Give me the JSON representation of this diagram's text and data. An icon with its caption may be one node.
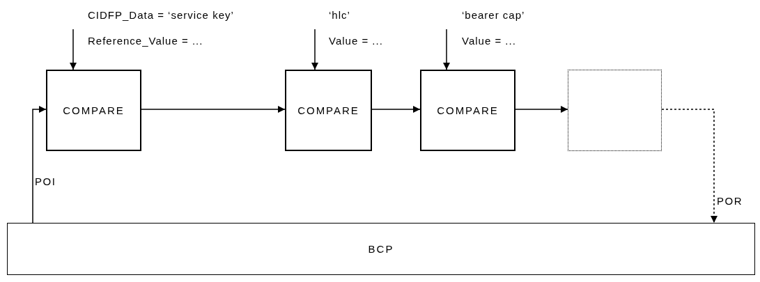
{
  "diagram": {
    "nodes": [
      {
        "text": [
          "COMPARE"
        ]
      },
      {
        "text": [
          "COMPARE"
        ]
      },
      {
        "text": [
          "COMPARE"
        ]
      },
      {
        "text": [],
        "shape": "box"
      },
      {
        "text": [
          "BCP"
        ]
      }
    ],
    "edges": [
      {
        "from": null,
        "to": 0,
        "arrow": "to"
      },
      {
        "from": null,
        "to": 1,
        "arrow": "to"
      },
      {
        "from": null,
        "to": 2,
        "arrow": "to"
      },
      {
        "from": 4,
        "to": 0,
        "arrow": "to",
        "label": "POI"
      },
      {
        "from": 0,
        "to": 1,
        "arrow": "to"
      },
      {
        "from": 1,
        "to": 2,
        "arrow": "to"
      },
      {
        "from": 2,
        "to": 3,
        "arrow": "to"
      },
      {
        "from": 3,
        "to": 4,
        "arrow": "to",
        "label": "POR",
        "style": "dashed"
      }
    ],
    "labels": [
      "CIDFP_Data = ‘service key’",
      "Reference_Value = ...",
      "‘hlc’",
      "Value = ...",
      "‘bearer cap’",
      "Value = ..."
    ]
  }
}
